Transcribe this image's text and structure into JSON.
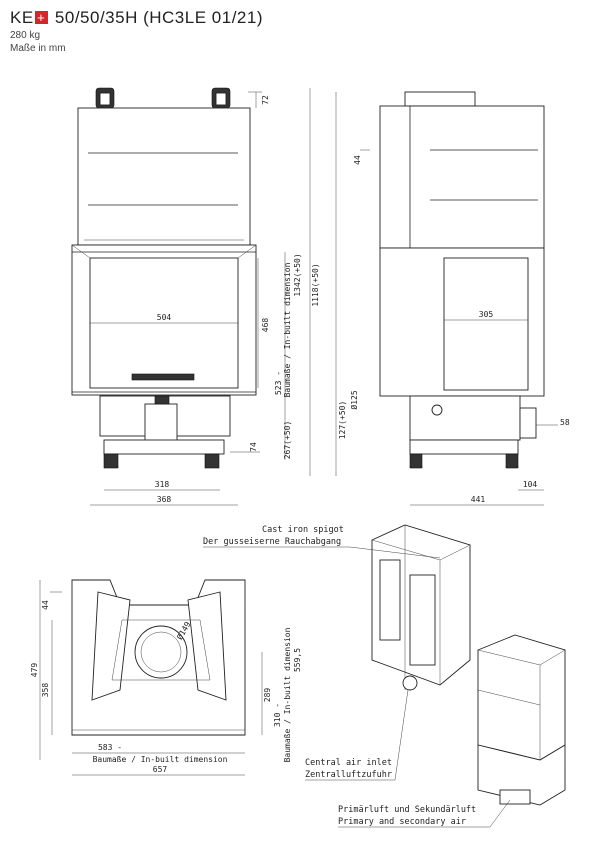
{
  "header": {
    "brand": "KE",
    "logo_symbol": "+",
    "model": "50/50/35H (HC3LE 01/21)",
    "weight": "280 kg",
    "units_note": "Maße in mm"
  },
  "front_view": {
    "dim_top_72": "72",
    "dim_width_504": "504",
    "dim_height_468": "468",
    "dim_height_523": "523 -",
    "dim_builtin_label": "Baumaße / In-built dimension",
    "dim_builtin_value": "1342(+50)",
    "dim_total_1118": "1118(+50)",
    "dim_267": "267(+50)",
    "dim_74": "74",
    "dim_318": "318",
    "dim_368": "368"
  },
  "side_view": {
    "dim_44": "44",
    "dim_305": "305",
    "dim_127": "127(+50)",
    "dim_diam_125": "Ø125",
    "dim_58": "58",
    "dim_104": "104",
    "dim_441": "441"
  },
  "top_view": {
    "dim_44": "44",
    "dim_479": "479",
    "dim_358": "358",
    "dim_diam_149": "Ø149",
    "dim_289": "289",
    "dim_310": "310 -",
    "dim_559": "559,5",
    "dim_builtin_label": "Baumaße / In-built dimension",
    "dim_583": "583 -",
    "dim_657": "657",
    "dim_builtin_label_bottom": "Baumaße / In-built dimension"
  },
  "notes": {
    "spigot_en": "Cast iron spigot",
    "spigot_de": "Der gusseiserne Rauchabgang",
    "air_inlet_en": "Central air inlet",
    "air_inlet_de": "Zentralluftzufuhr",
    "primary_de": "Primärluft und Sekundärluft",
    "primary_en": "Primary and secondary air"
  }
}
